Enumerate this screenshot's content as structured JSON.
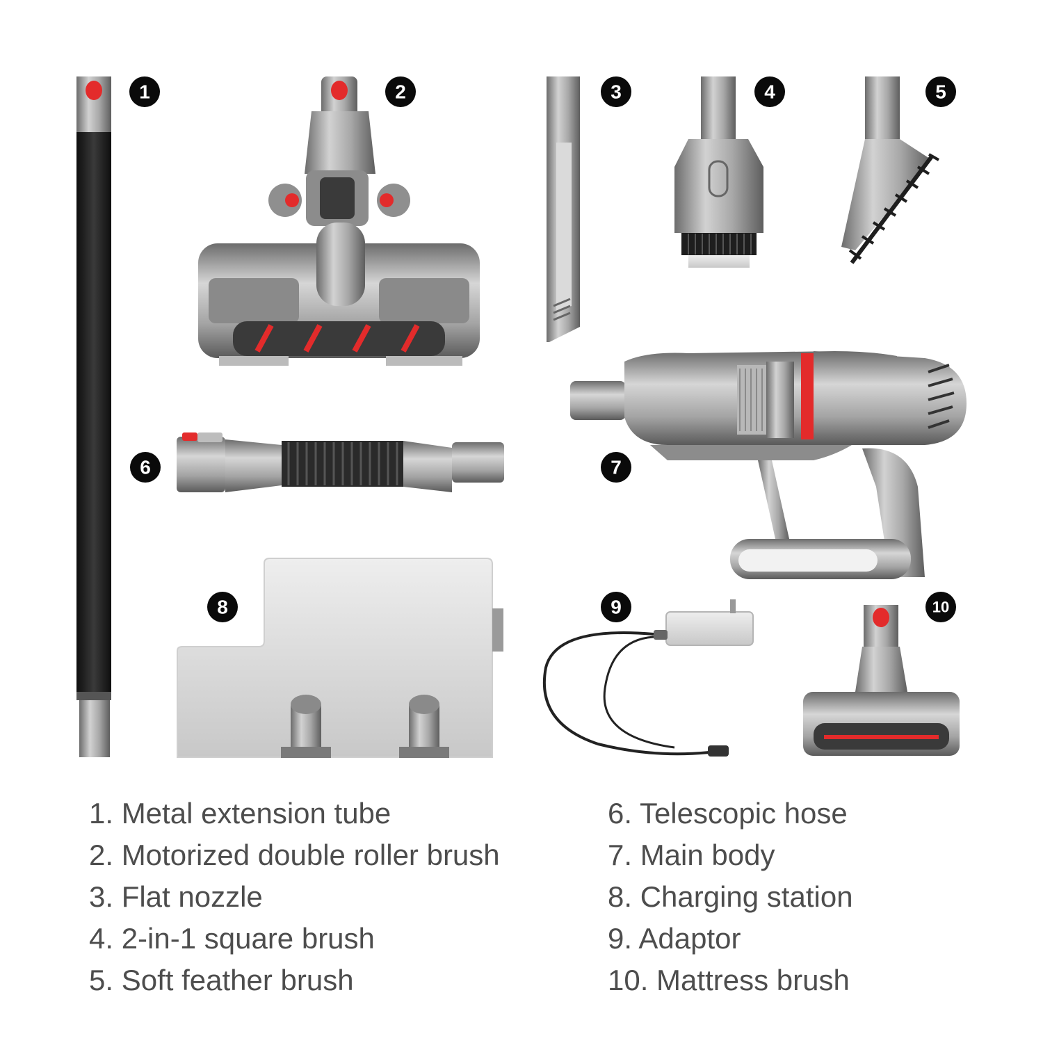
{
  "parts": [
    {
      "num": "1",
      "label": "1. Metal extension tube",
      "icon": "extension-tube-icon"
    },
    {
      "num": "2",
      "label": "2. Motorized double roller brush",
      "icon": "roller-brush-icon"
    },
    {
      "num": "3",
      "label": "3. Flat nozzle",
      "icon": "flat-nozzle-icon"
    },
    {
      "num": "4",
      "label": "4. 2-in-1 square brush",
      "icon": "square-brush-icon"
    },
    {
      "num": "5",
      "label": "5. Soft feather brush",
      "icon": "feather-brush-icon"
    },
    {
      "num": "6",
      "label": "6. Telescopic hose",
      "icon": "telescopic-hose-icon"
    },
    {
      "num": "7",
      "label": "7. Main body",
      "icon": "vacuum-body-icon"
    },
    {
      "num": "8",
      "label": "8. Charging station",
      "icon": "charging-station-icon"
    },
    {
      "num": "9",
      "label": "9. Adaptor",
      "icon": "adaptor-icon"
    },
    {
      "num": "10",
      "label": "10. Mattress brush",
      "icon": "mattress-brush-icon"
    }
  ],
  "colors": {
    "metal": "#9a9a9a",
    "metal_dark": "#6e6e6e",
    "accent_red": "#e32b2b",
    "tube_black": "#1c1c1c",
    "text": "#4d4d4d"
  }
}
